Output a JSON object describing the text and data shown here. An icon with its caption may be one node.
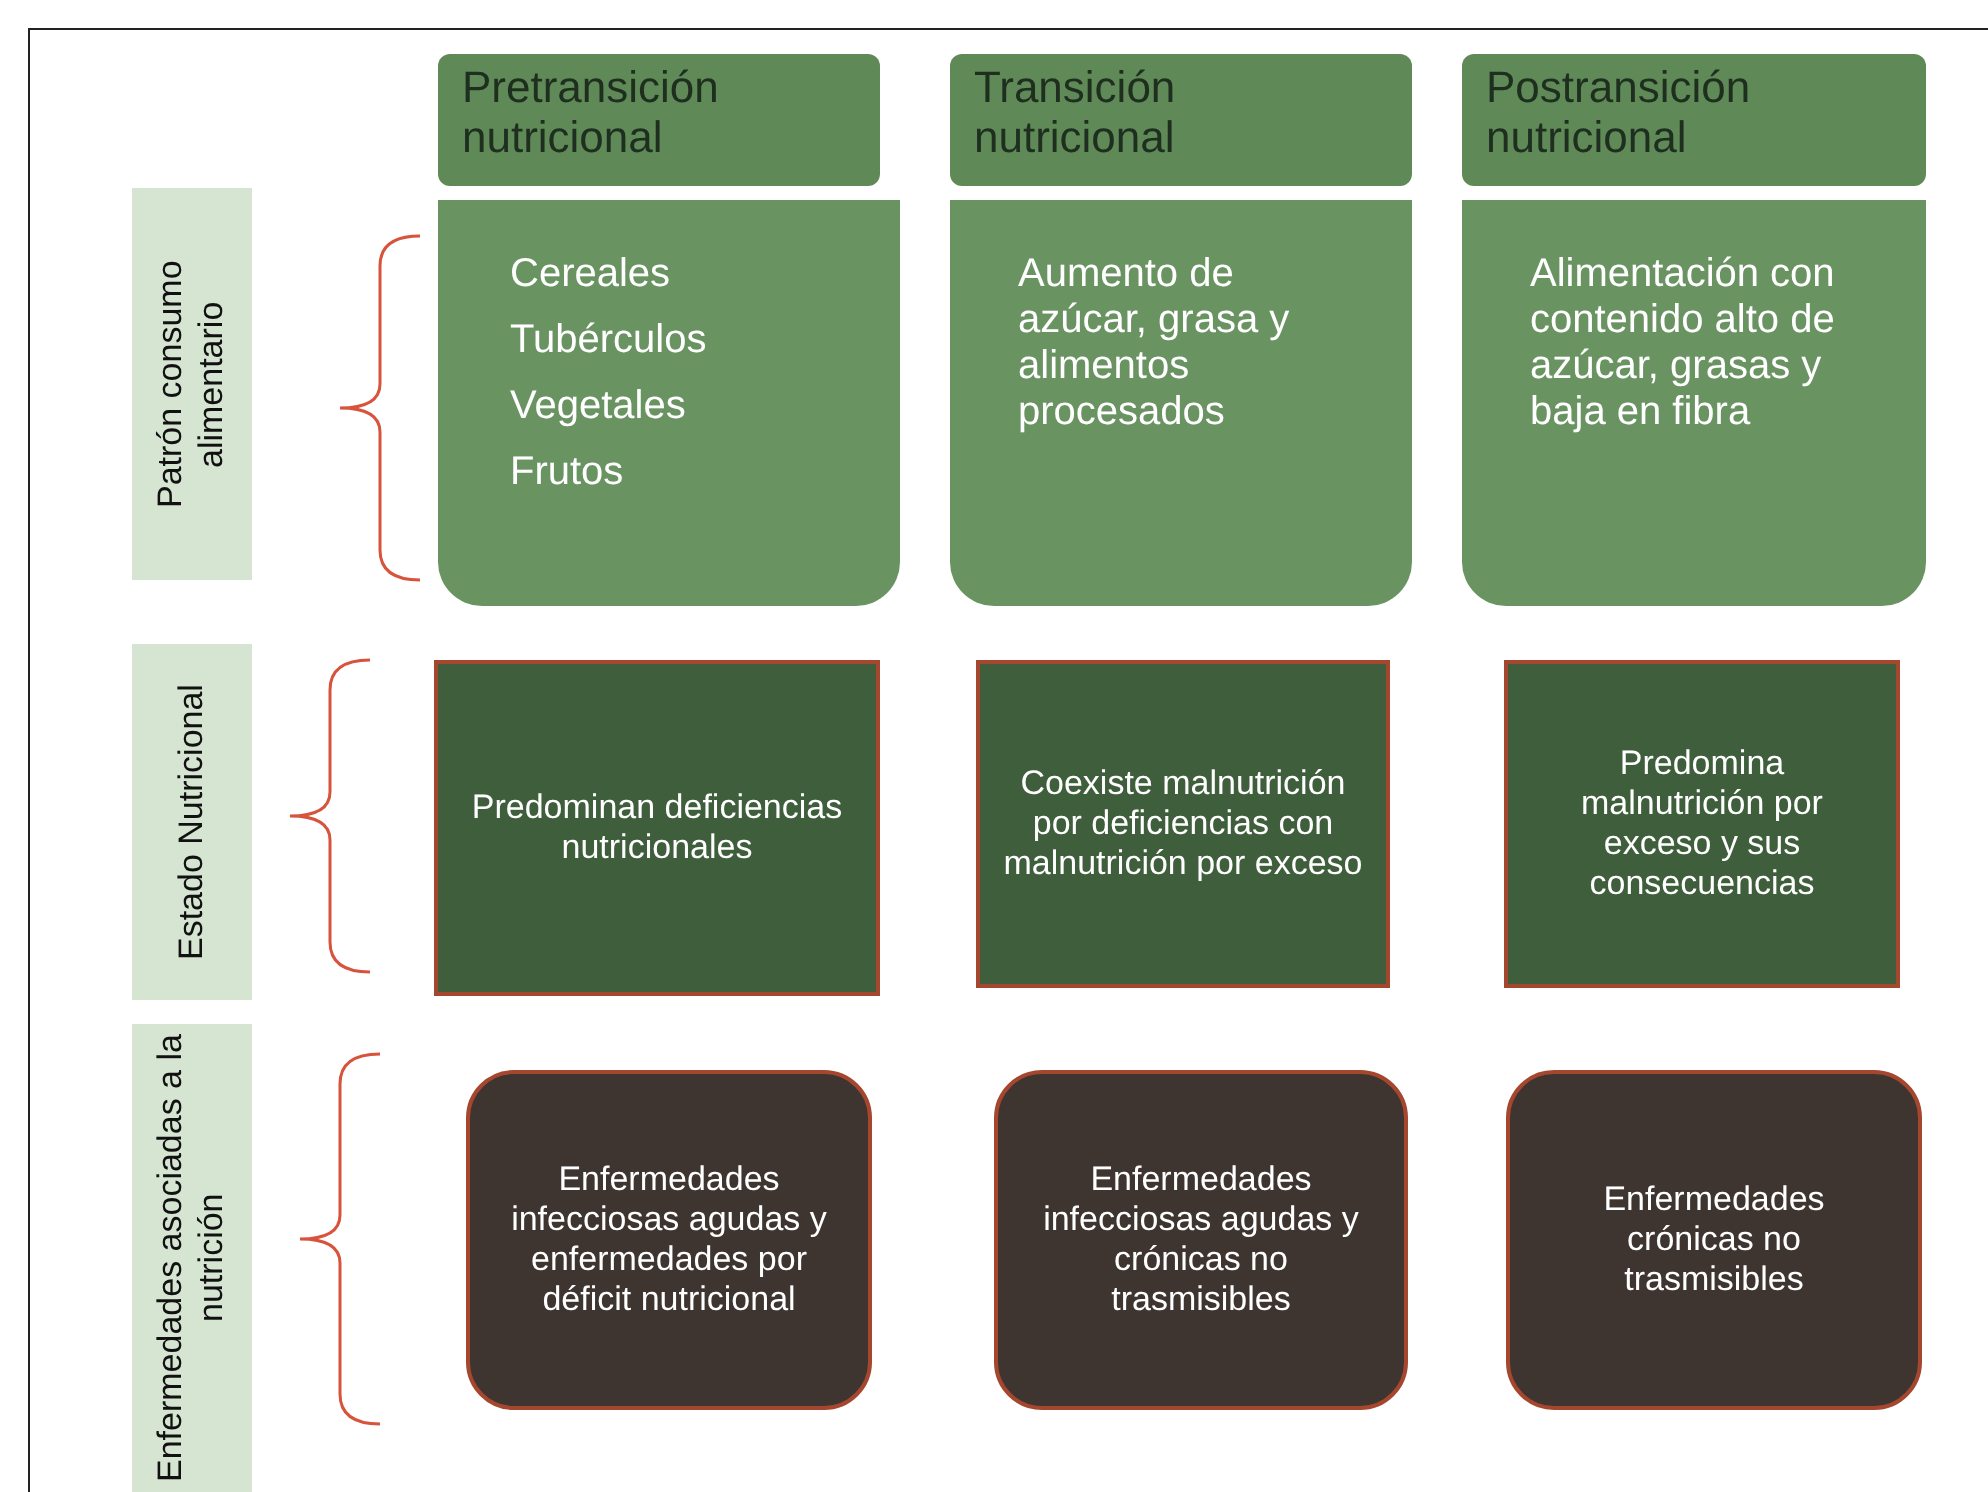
{
  "diagram": {
    "nodes": [
      {
        "text": [
          "Pretransición nutricional"
        ]
      },
      {
        "text": [
          "Transición nutricional"
        ]
      },
      {
        "text": [
          "Postransición nutricional"
        ]
      },
      {
        "text": [
          "Patrón consumo alimentario"
        ]
      },
      {
        "text": [
          "Cereales",
          "Tubérculos",
          "Vegetales",
          "Frutos"
        ]
      },
      {
        "text": [
          "Aumento de azúcar, grasa y alimentos procesados"
        ]
      },
      {
        "text": [
          "Alimentación con contenido alto de azúcar, grasas y  baja en fibra"
        ]
      },
      {
        "text": [
          "Estado Nutricional"
        ]
      },
      {
        "text": [
          "Predominan deficiencias nutricionales"
        ]
      },
      {
        "text": [
          "Coexiste malnutrición por deficiencias con malnutrición por exceso"
        ]
      },
      {
        "text": [
          "Predomina malnutrición por exceso y sus consecuencias"
        ]
      },
      {
        "text": [
          "Enfermedades asociadas a la nutrición"
        ]
      },
      {
        "text": [
          "Enfermedades infecciosas agudas y enfermedades por déficit nutricional"
        ]
      },
      {
        "text": [
          "Enfermedades infecciosas agudas  y crónicas no trasmisibles"
        ]
      },
      {
        "text": [
          "Enfermedades crónicas no trasmisibles"
        ]
      }
    ],
    "edges": []
  }
}
